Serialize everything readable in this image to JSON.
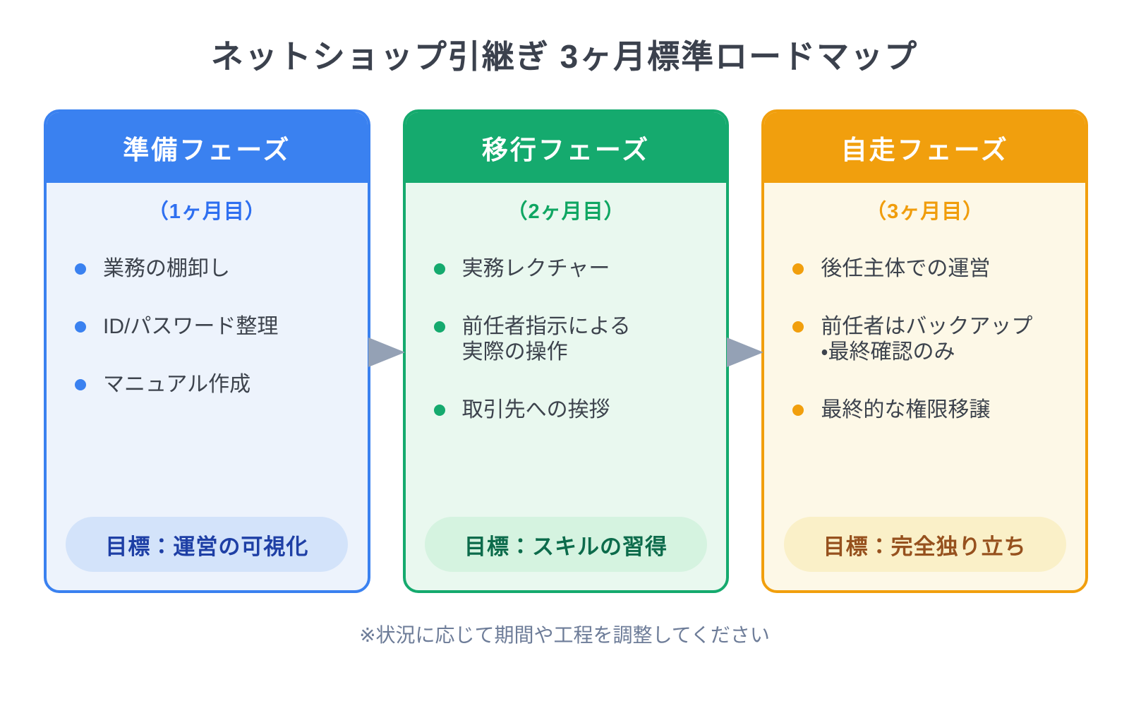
{
  "title": "ネットショップ引継ぎ 3ヶ月標準ロードマップ",
  "footer_note": "※状況に応じて期間や工程を調整してください",
  "colors": {
    "page-bg": "#ffffff",
    "title": "#3b414d",
    "text": "#3d434d",
    "footer": "#6d7c98",
    "arrow": "#94a1b5"
  },
  "phases": [
    {
      "name": "準備フェーズ",
      "month": "（1ヶ月目）",
      "items": [
        "業務の棚卸し",
        "ID/パスワード整理",
        "マニュアル作成"
      ],
      "goal": "目標：運営の可視化",
      "colors": {
        "accent": "#3a81f0",
        "body-bg": "#edf3fc",
        "month": "#2e6ff0",
        "pill-bg": "#d3e3fa",
        "pill-text": "#1e3fa5"
      }
    },
    {
      "name": "移行フェーズ",
      "month": "（2ヶ月目）",
      "items": [
        "実務レクチャー",
        "前任者指示による\n実際の操作",
        "取引先への挨拶"
      ],
      "goal": "目標：スキルの習得",
      "colors": {
        "accent": "#15aa6e",
        "body-bg": "#e9f8ef",
        "month": "#0fa662",
        "pill-bg": "#d5f3e0",
        "pill-text": "#0c6b4b"
      }
    },
    {
      "name": "自走フェーズ",
      "month": "（3ヶ月目）",
      "items": [
        "後任主体での運営",
        "前任者はバックアップ\n・最終確認のみ",
        "最終的な権限移譲"
      ],
      "goal": "目標：完全独り立ち",
      "colors": {
        "accent": "#f19f0d",
        "body-bg": "#fdf8e7",
        "month": "#f09d0c",
        "pill-bg": "#faf0c8",
        "pill-text": "#96511e"
      }
    }
  ]
}
